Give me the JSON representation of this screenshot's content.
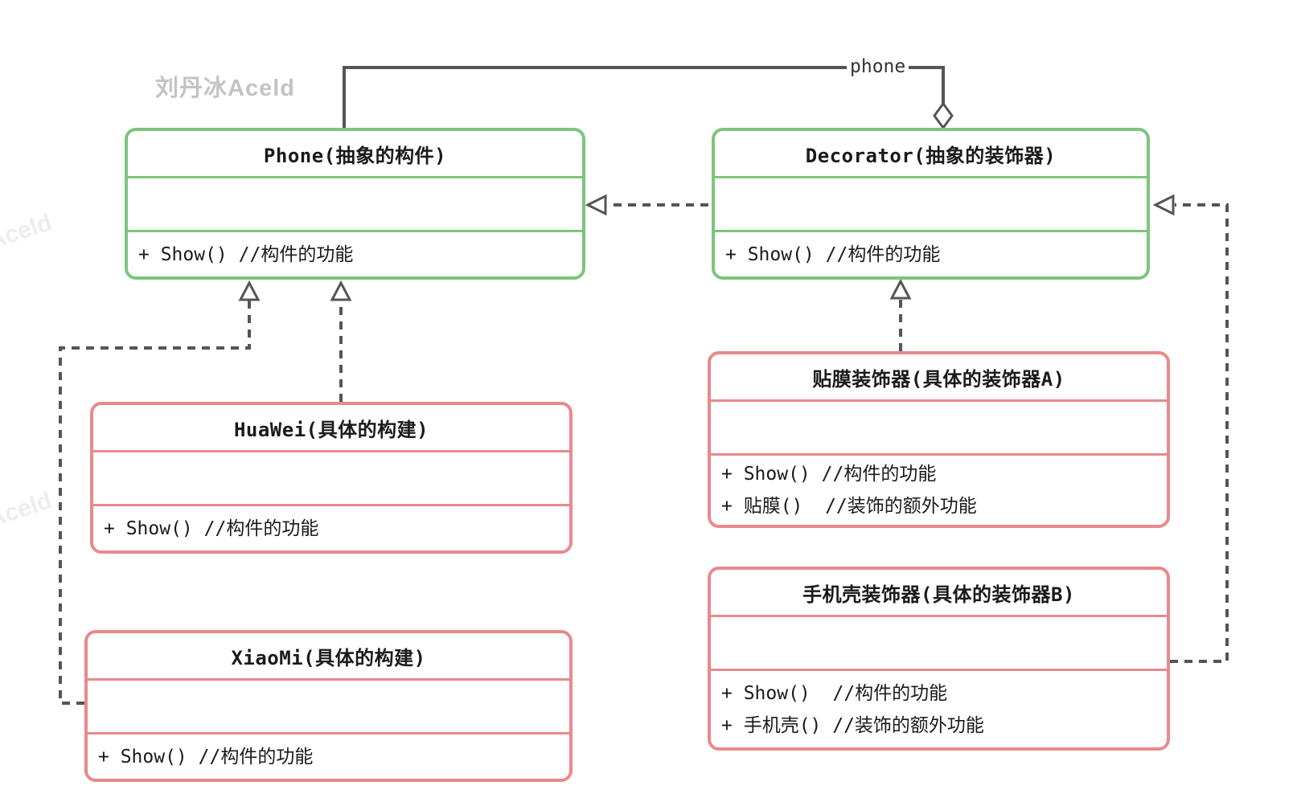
{
  "watermarks": {
    "main": "刘丹冰Aceld",
    "edge_top": "Aceld",
    "edge_bottom": "Aceld"
  },
  "colors": {
    "abstract_border": "#7cc57e",
    "concrete_border": "#e8898c",
    "connector": "#555555",
    "text": "#1a1a1a",
    "watermark_main": "#c3c3c3",
    "watermark_edge": "#ededed"
  },
  "connectors": {
    "aggregation_label": "phone"
  },
  "classes": {
    "phone": {
      "title": "Phone(抽象的构件)",
      "methods": [
        "+ Show() //构件的功能"
      ]
    },
    "decorator": {
      "title": "Decorator(抽象的装饰器)",
      "methods": [
        "+ Show() //构件的功能"
      ]
    },
    "huawei": {
      "title": "HuaWei(具体的构建)",
      "methods": [
        "+ Show() //构件的功能"
      ]
    },
    "xiaomi": {
      "title": "XiaoMi(具体的构建)",
      "methods": [
        "+ Show() //构件的功能"
      ]
    },
    "film_decorator": {
      "title": "贴膜装饰器(具体的装饰器A)",
      "methods": [
        "+ Show() //构件的功能",
        "+ 贴膜()  //装饰的额外功能"
      ]
    },
    "case_decorator": {
      "title": "手机壳装饰器(具体的装饰器B)",
      "methods": [
        "+ Show()  //构件的功能",
        "+ 手机壳() //装饰的额外功能"
      ]
    }
  }
}
